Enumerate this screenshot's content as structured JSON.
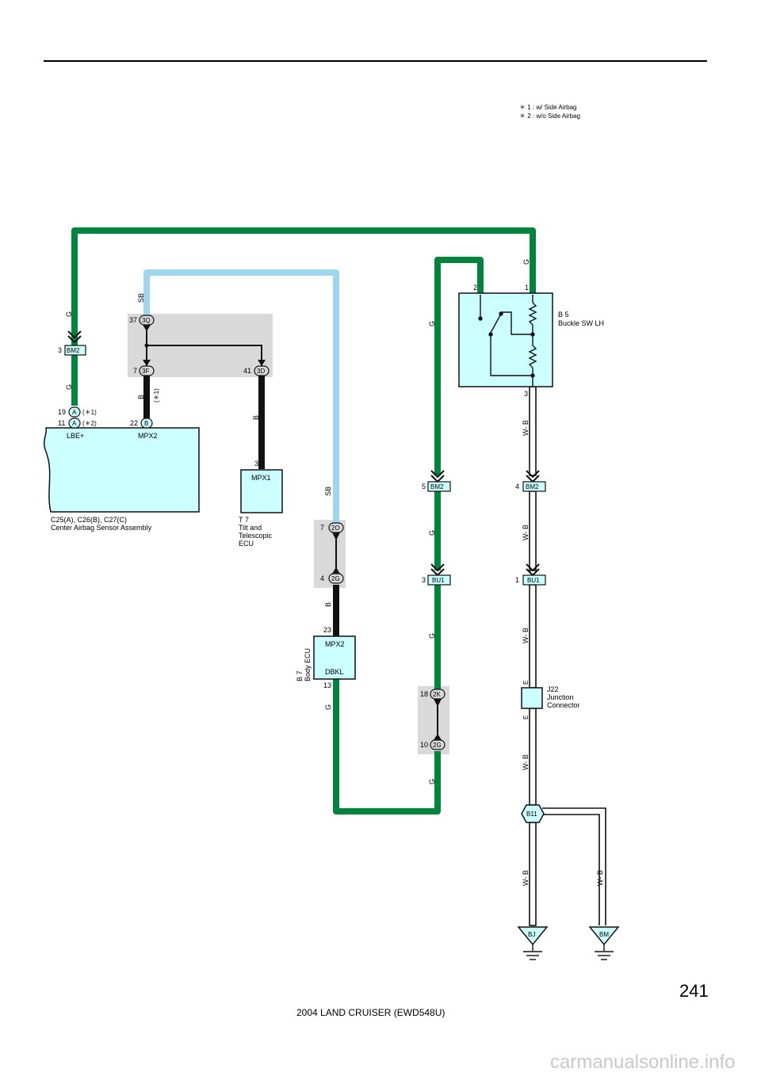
{
  "notes": {
    "line1": "＊ 1 : w/ Side Airbag",
    "line2": "＊ 2 : w/o Side Airbag"
  },
  "page_number": "241",
  "footer": "2004 LAND CRUISER (EWD548U)",
  "watermark": "carmanualsonline.info",
  "colors": {
    "green": "#00843d",
    "light_blue": "#9ed6f0",
    "black": "#111111",
    "component_fill": "#ccffff",
    "shaded": "#d9d9d9"
  },
  "wire_labels": {
    "g1": "G",
    "g2": "G",
    "sb_top": "SB",
    "b_a": "B",
    "star1_b": "(＊1)",
    "b_t7": "B",
    "sb_mid": "SB",
    "b_body": "B",
    "g_body": "G",
    "g_b5top": "G",
    "g_c1": "G",
    "g_c2": "G",
    "g_c3": "G",
    "g_c4": "G",
    "wb1": "W- B",
    "wb2": "W- B",
    "wb3": "W- B",
    "wb4": "W- B",
    "wb5": "W- B",
    "wb6": "W- B"
  },
  "connectors": {
    "bm2_left": {
      "pin": "3",
      "id": "BM2"
    },
    "c_3q": {
      "pin": "37",
      "id": "3Q"
    },
    "c_3f": {
      "pin": "7",
      "id": "3F"
    },
    "c_3d": {
      "pin": "41",
      "id": "3D"
    },
    "c_a1": {
      "pin": "19",
      "id": "A",
      "note": "(＊1)"
    },
    "c_a2": {
      "pin": "11",
      "id": "A",
      "note": "(＊2)"
    },
    "c_b": {
      "pin": "22",
      "id": "B"
    },
    "c_2o": {
      "pin": "7",
      "id": "2O"
    },
    "c_2g_a": {
      "pin": "4",
      "id": "2G"
    },
    "bm2_c": {
      "pin": "5",
      "id": "BM2"
    },
    "bu1_c": {
      "pin": "3",
      "id": "BU1"
    },
    "c_2k": {
      "pin": "18",
      "id": "2K"
    },
    "c_2g_b": {
      "pin": "10",
      "id": "2G"
    },
    "bm2_r": {
      "pin": "4",
      "id": "BM2"
    },
    "bu1_r": {
      "pin": "1",
      "id": "BU1"
    }
  },
  "components": {
    "airbag": {
      "term_left": "LBE+",
      "term_right": "MPX2",
      "name1": "C25(A), C26(B), C27(C)",
      "name2": "Center Airbag Sensor Assembly"
    },
    "t7": {
      "pin": "3",
      "term": "MPX1",
      "id": "T 7",
      "name1": "Tilt and",
      "name2": "Telescopic",
      "name3": "ECU"
    },
    "b7": {
      "pin_top": "23",
      "pin_bottom": "13",
      "term_top": "MPX2",
      "term_bottom": "DBKL",
      "id": "B 7",
      "name": "Body ECU"
    },
    "b5": {
      "pin1": "1",
      "pin2": "2",
      "pin3": "3",
      "id": "B 5",
      "name": "Buckle SW LH"
    },
    "j22": {
      "e_top": "E",
      "e_bottom": "E",
      "id": "J22",
      "name1": "Junction",
      "name2": "Connector"
    },
    "b11": {
      "id": "B11"
    },
    "bj": {
      "id": "BJ"
    },
    "bm": {
      "id": "BM"
    }
  }
}
